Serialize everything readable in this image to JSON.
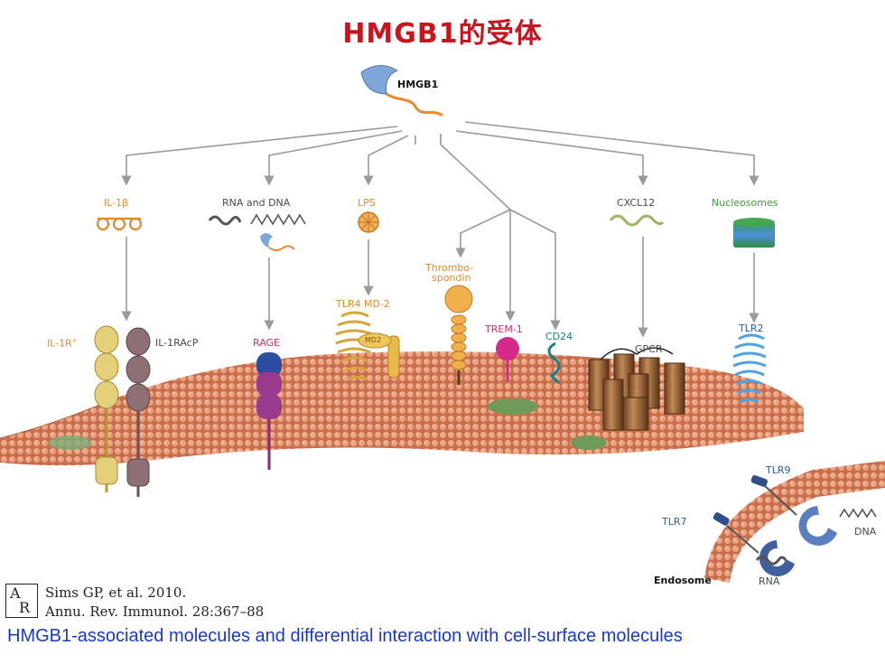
{
  "title": "HMGB1的受体",
  "diagram": {
    "hmgb1": "HMGB1",
    "ligands": {
      "il1b": "IL-1β",
      "rna_dna": "RNA and DNA",
      "lps": "LPS",
      "cxcl12": "CXCL12",
      "nucleosomes": "Nucleosomes",
      "thrombospondin_1": "Thrombo-",
      "thrombospondin_2": "spondin"
    },
    "receptors": {
      "il1r": "IL-1R",
      "il1r_sup": "+",
      "il1racp": "IL-1RAcP",
      "rage": "RAGE",
      "tlr4": "TLR4 MD-2",
      "md2": "MD2",
      "trem1": "TREM-1",
      "cd24": "CD24",
      "gpcr": "GPCR",
      "tlr2": "TLR2",
      "tlr9": "TLR9",
      "tlr7": "TLR7"
    },
    "endosome": "Endosome",
    "rna": "RNA",
    "dna": "DNA"
  },
  "citation": {
    "logo_top": "A",
    "logo_bottom": "R",
    "line1": "Sims GP, et al. 2010.",
    "line2": "Annu. Rev. Immunol. 28:367–88"
  },
  "caption": "HMGB1-associated molecules and differential interaction with cell-surface molecules",
  "colors": {
    "title": "#c8141e",
    "caption": "#1a39c4",
    "membrane": "#d9825f",
    "arrow": "#9a9a9a"
  }
}
